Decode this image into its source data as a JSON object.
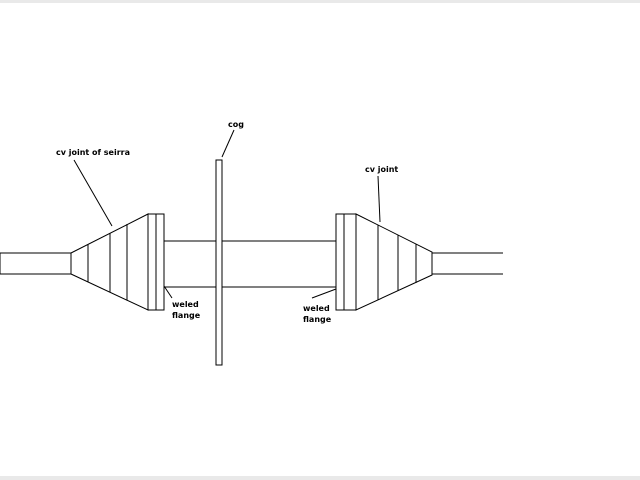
{
  "labels": {
    "cv_left": "cv joint of seirra",
    "cog": "cog",
    "cv_right": "cv joint",
    "flange_left_line1": "weled",
    "flange_left_line2": "flange",
    "flange_right_line1": "weled",
    "flange_right_line2": "flange"
  },
  "colors": {
    "stroke": "#000000",
    "background": "#ffffff"
  }
}
